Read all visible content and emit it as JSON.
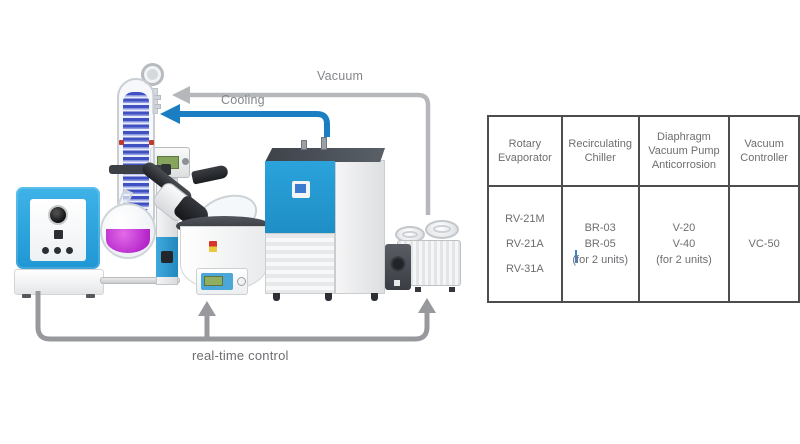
{
  "diagram": {
    "arrow_labels": {
      "vacuum": "Vacuum",
      "cooling": "Cooling",
      "realtime_control": "real-time control"
    },
    "equipment": [
      "vacuum-controller",
      "rotary-evaporator",
      "recirculating-chiller",
      "diaphragm-vacuum-pump"
    ],
    "colors": {
      "brand_blue": "#29a8e0",
      "cooling_arrow_blue": "#1b7ec2",
      "arrow_gray": "#9a9c9e",
      "vacuum_arrow_gray": "#b5b7ba",
      "flask_liquid_magenta": "#b526c9",
      "condenser_coil_blue": "#3f51c0",
      "table_border": "#4d4d4f",
      "table_text": "#6d6e71"
    }
  },
  "table": {
    "columns": [
      {
        "header": "Rotary\nEvaporator",
        "cell": "RV-21M\nRV-21A\nRV-31A"
      },
      {
        "header": "Recirculating\nChiller",
        "cell": "BR-03\nBR-05\n(for 2 units)"
      },
      {
        "header": "Diaphragm\nVacuum Pump\nAnticorrosion",
        "cell": "V-20\nV-40\n(for 2 units)"
      },
      {
        "header": "Vacuum\nController",
        "cell": "VC-50"
      }
    ]
  }
}
